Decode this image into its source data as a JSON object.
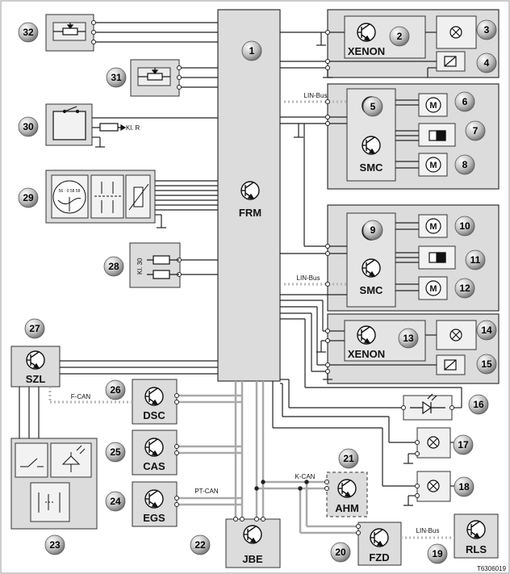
{
  "figure_code": "T6306019",
  "components": {
    "frm": {
      "label": "FRM",
      "number": "1"
    },
    "xenon_left": {
      "label": "XENON",
      "number": "2"
    },
    "xenon_right": {
      "label": "XENON",
      "number": "13"
    },
    "lamp_3": {
      "number": "3"
    },
    "relay_4": {
      "number": "4"
    },
    "smc_left": {
      "label": "SMC",
      "number": "5"
    },
    "motor_6": {
      "number": "6"
    },
    "sensor_7": {
      "number": "7"
    },
    "motor_8": {
      "number": "8"
    },
    "smc_right": {
      "label": "SMC",
      "number": "9"
    },
    "motor_10": {
      "number": "10"
    },
    "sensor_11": {
      "number": "11"
    },
    "motor_12": {
      "number": "12"
    },
    "lamp_14": {
      "number": "14"
    },
    "relay_15": {
      "number": "15"
    },
    "led_16": {
      "number": "16"
    },
    "lamp_17": {
      "number": "17"
    },
    "lamp_18": {
      "number": "18"
    },
    "rls": {
      "label": "RLS",
      "number": "19"
    },
    "fzd": {
      "label": "FZD",
      "number": "20"
    },
    "ahm": {
      "label": "AHM",
      "number": "21"
    },
    "jbe": {
      "label": "JBE",
      "number": "22"
    },
    "module_23": {
      "number": "23"
    },
    "egs": {
      "label": "EGS",
      "number": "24"
    },
    "cas": {
      "label": "CAS",
      "number": "25"
    },
    "dsc": {
      "label": "DSC",
      "number": "26"
    },
    "szl": {
      "label": "SZL",
      "number": "27"
    },
    "fuses_28": {
      "number": "28",
      "label": "Kl. 30"
    },
    "module_29": {
      "number": "29",
      "gauge_text": "56 · 0 58 58"
    },
    "module_30": {
      "number": "30",
      "terminal": "Kl. R"
    },
    "pot_31": {
      "number": "31"
    },
    "pot_32": {
      "number": "32"
    }
  },
  "bus_labels": {
    "lin_top": "LIN-Bus",
    "lin_mid": "LIN-Bus",
    "lin_bottom": "LIN-Bus",
    "f_can": "F-CAN",
    "pt_can": "PT-CAN",
    "k_can": "K-CAN"
  },
  "symbols": {
    "motor": "M",
    "transistor": "transistor-icon",
    "lamp": "lamp-icon",
    "relay": "relay-icon"
  }
}
